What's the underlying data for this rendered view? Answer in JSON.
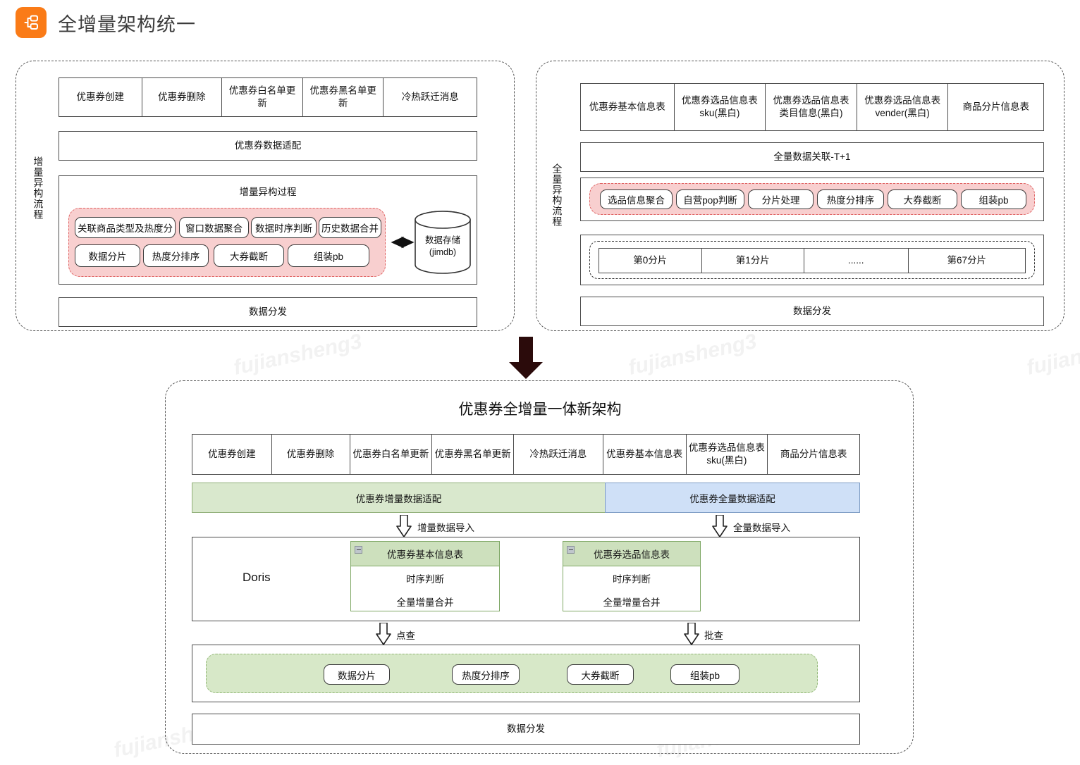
{
  "header": {
    "title": "全增量架构统一",
    "icon": "sitemap-icon",
    "icon_color": "#FA7B17"
  },
  "watermark": {
    "text": "fujiansheng3"
  },
  "colors": {
    "pink_group": "#F8CFCF",
    "pink_border": "#E06464",
    "green_group": "#D7E8C8",
    "green_adapter": "#D9E8CD",
    "blue_adapter": "#CFE0F7",
    "table_header_green": "#CDE0BD",
    "border": "#4a4a4a",
    "arrow": "#2b0b0b"
  },
  "incremental_panel": {
    "side_label": "增量异构流程",
    "sources": [
      "优惠券创建",
      "优惠券删除",
      "优惠券白名单更新",
      "优惠券黑名单更新",
      "冷热跃迁消息"
    ],
    "adapter": "优惠券数据适配",
    "process_title": "增量异构过程",
    "process_steps_row1": [
      "关联商品类型及热度分",
      "窗口数据聚合",
      "数据时序判断",
      "历史数据合并"
    ],
    "process_steps_row2": [
      "数据分片",
      "热度分排序",
      "大券截断",
      "组装pb"
    ],
    "storage": {
      "line1": "数据存储",
      "line2": "(jimdb)"
    },
    "distribute": "数据分发"
  },
  "full_panel": {
    "side_label": "全量异构流程",
    "sources": [
      "优惠券基本信息表",
      "优惠券选品信息表\nsku(黑白)",
      "优惠券选品信息表\n类目信息(黑白)",
      "优惠券选品信息表\nvender(黑白)",
      "商品分片信息表"
    ],
    "join": "全量数据关联-T+1",
    "process_steps": [
      "选品信息聚合",
      "自营pop判断",
      "分片处理",
      "热度分排序",
      "大券截断",
      "组装pb"
    ],
    "shards": [
      "第0分片",
      "第1分片",
      "......",
      "第67分片"
    ],
    "distribute": "数据分发"
  },
  "unified_panel": {
    "title": "优惠券全增量一体新架构",
    "sources": [
      "优惠券创建",
      "优惠券删除",
      "优惠券白名单更新",
      "优惠券黑名单更新",
      "冷热跃迁消息",
      "优惠券基本信息表",
      "优惠券选品信息表\nsku(黑白)",
      "商品分片信息表"
    ],
    "adapters": [
      {
        "label": "优惠券增量数据适配",
        "style": "green"
      },
      {
        "label": "优惠券全量数据适配",
        "style": "blue"
      }
    ],
    "import_arrows": [
      {
        "label": "增量数据导入"
      },
      {
        "label": "全量数据导入"
      }
    ],
    "engine_label": "Doris",
    "tables": [
      {
        "name": "优惠券基本信息表",
        "rows": [
          "时序判断",
          "全量增量合并"
        ]
      },
      {
        "name": "优惠券选品信息表",
        "rows": [
          "时序判断",
          "全量增量合并"
        ]
      }
    ],
    "query_arrows": [
      {
        "label": "点查"
      },
      {
        "label": "批查"
      }
    ],
    "process_steps": [
      "数据分片",
      "热度分排序",
      "大券截断",
      "组装pb"
    ],
    "distribute": "数据分发"
  }
}
